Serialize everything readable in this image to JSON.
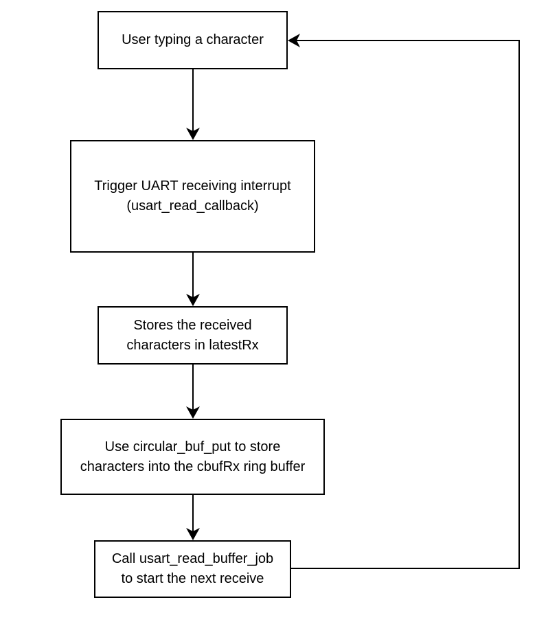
{
  "steps": [
    {
      "lines": [
        "User typing a character"
      ]
    },
    {
      "lines": [
        "Trigger UART receiving interrupt",
        "(usart_read_callback)"
      ]
    },
    {
      "lines": [
        "Stores the received",
        "characters in latestRx"
      ]
    },
    {
      "lines": [
        "Use circular_buf_put to store",
        "characters into the cbufRx ring buffer"
      ]
    },
    {
      "lines": [
        "Call usart_read_buffer_job",
        "to start the next receive"
      ]
    }
  ],
  "colors": {
    "stroke": "#000000",
    "fill": "#ffffff",
    "text": "#000000"
  }
}
